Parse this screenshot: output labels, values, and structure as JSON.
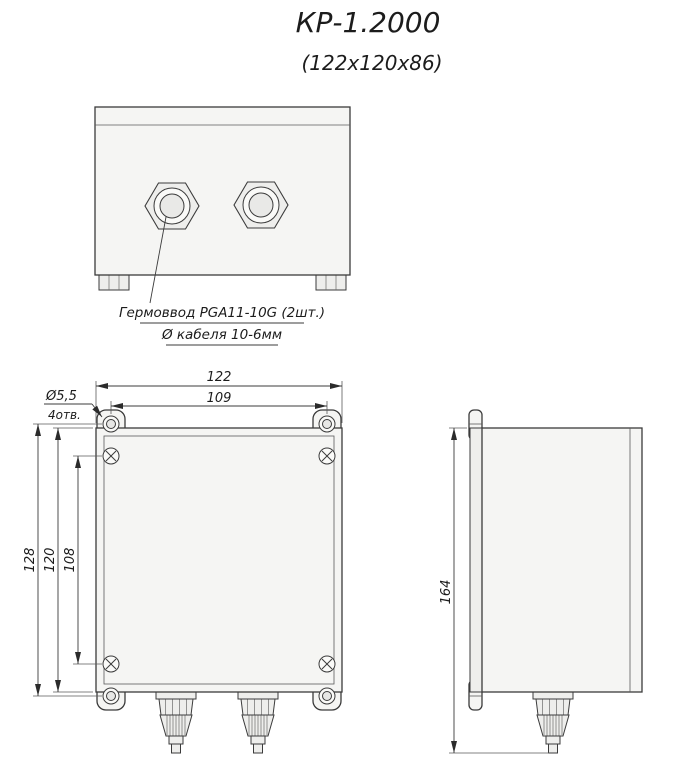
{
  "title": "КР-1.2000",
  "subtitle": "(122х120х86)",
  "top_view": {
    "note_line1": "Гермоввод PGA11-10G (2шт.)",
    "note_line2": "Ø кабеля 10-6мм"
  },
  "front_view": {
    "dim_width_outer": "122",
    "dim_width_holes": "109",
    "hole_diameter": "Ø5,5",
    "hole_count": "4отв.",
    "dim_holes_vertical": "128",
    "dim_height_outer": "120",
    "dim_screws_vertical": "108"
  },
  "side_view": {
    "dim_total_height": "164"
  }
}
